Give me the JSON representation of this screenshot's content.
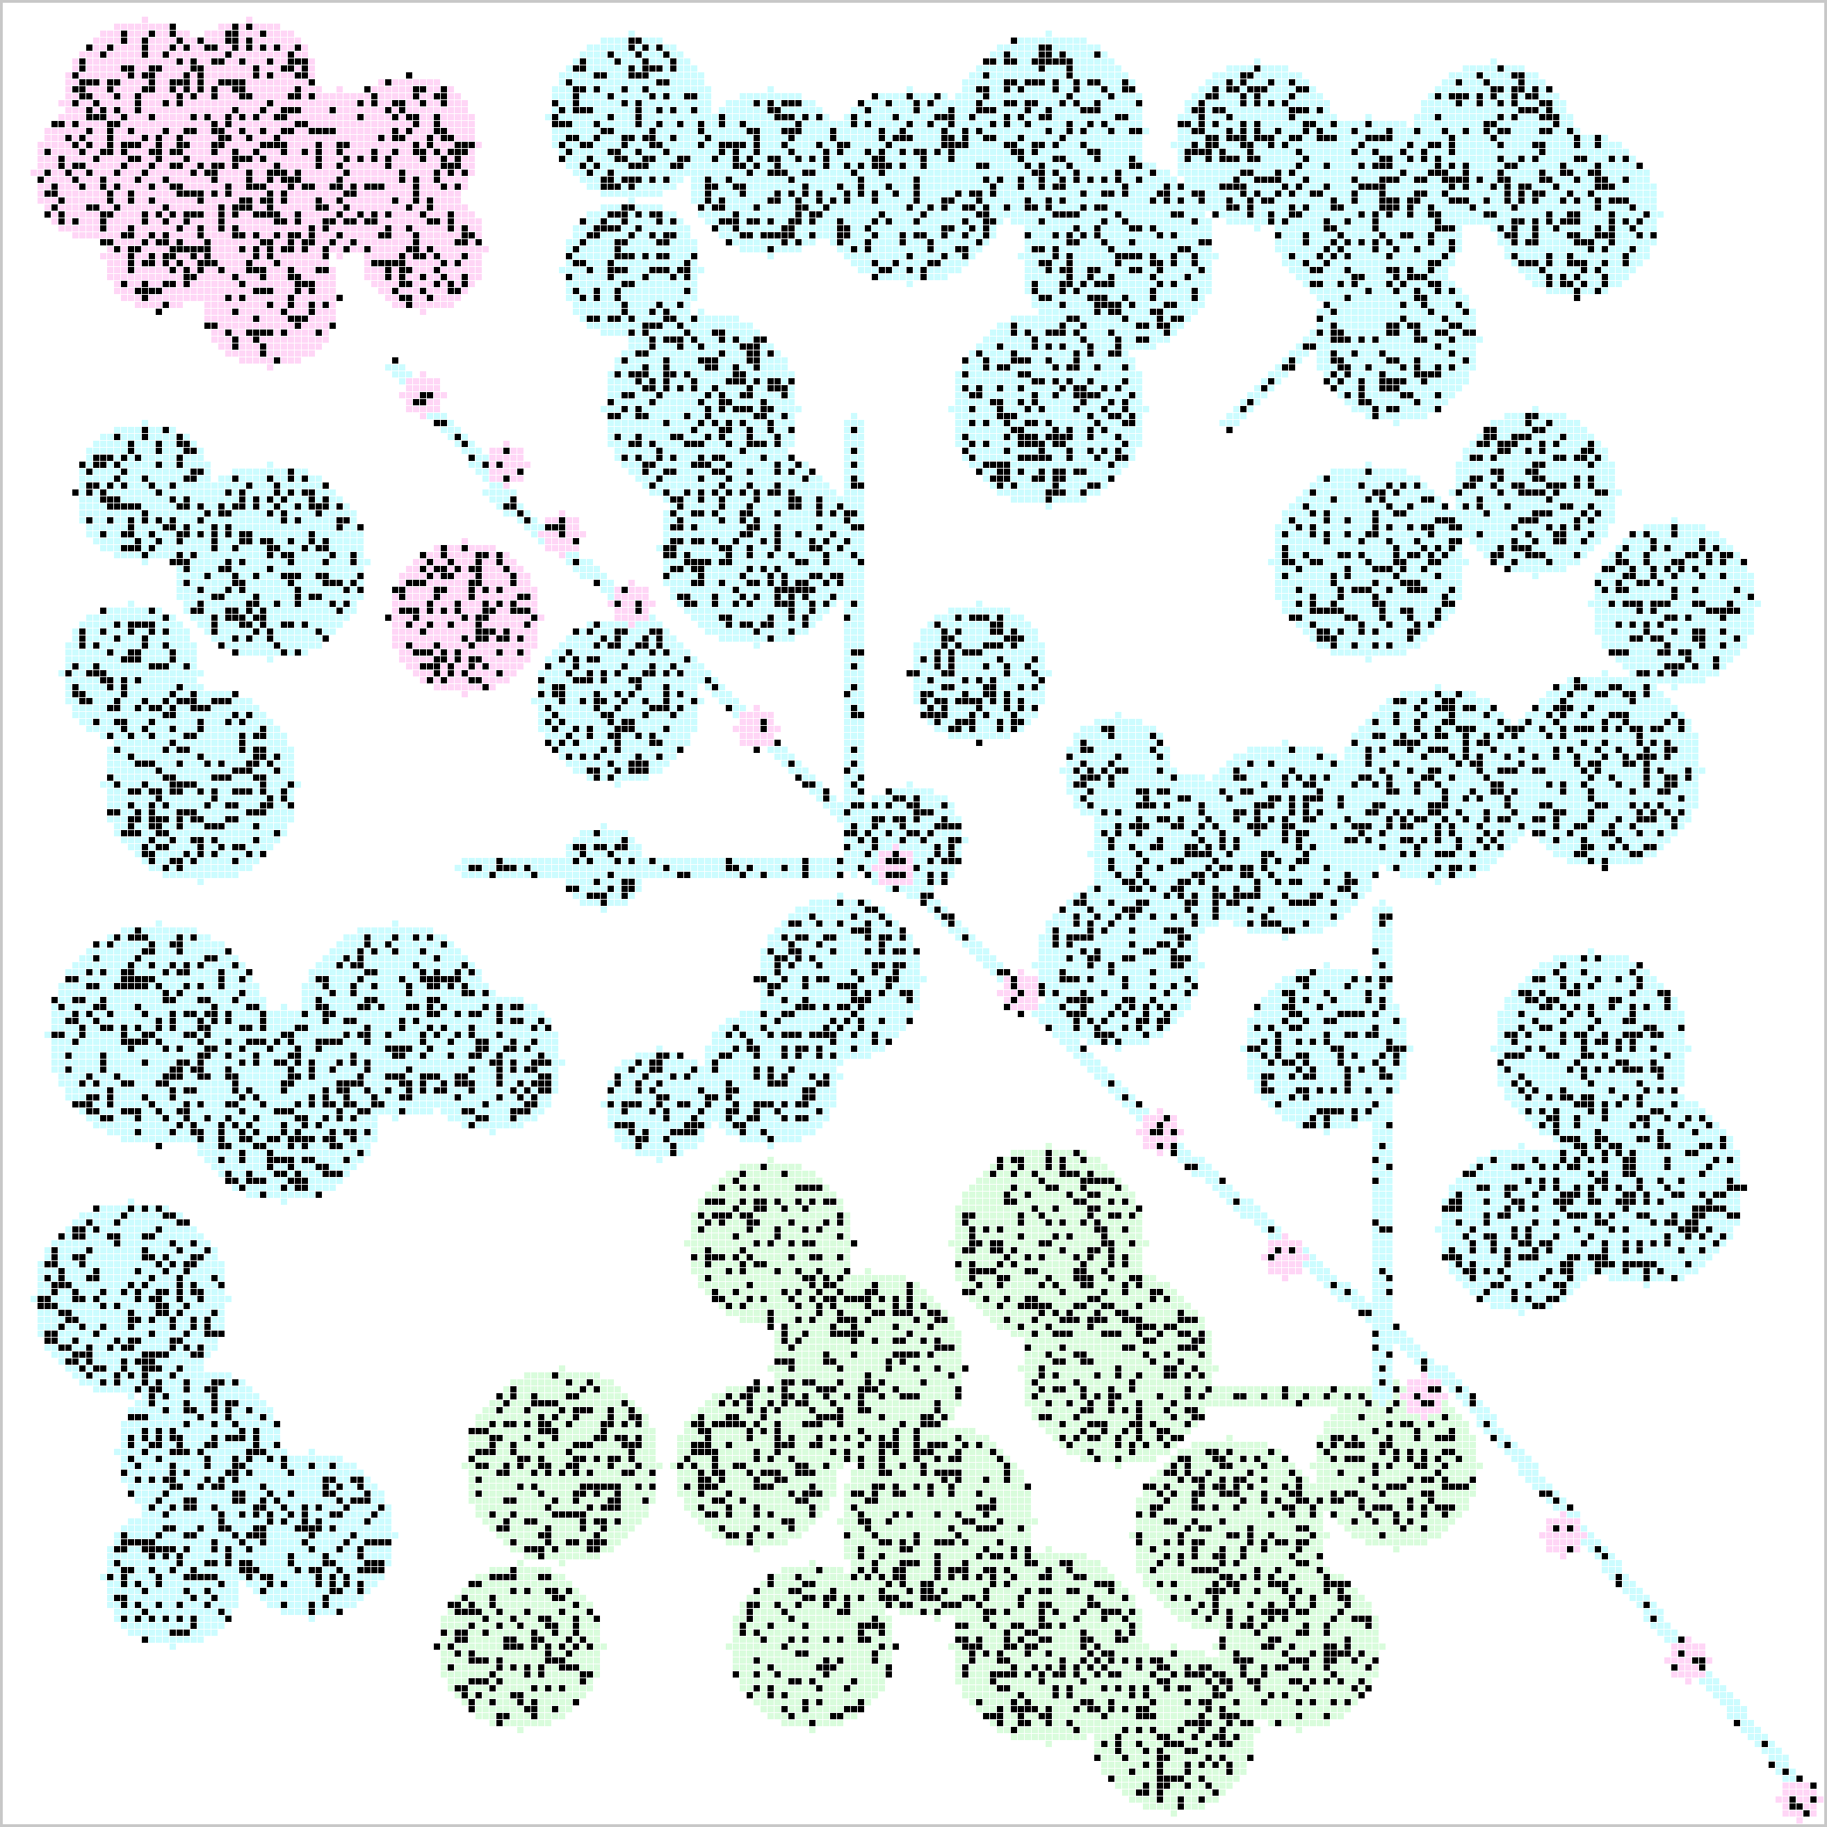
{
  "board": {
    "kind": "cellular-automaton-grid",
    "colors": {
      "background": "#ffffff",
      "border": "#c8c8c8",
      "live_cell": "#000000",
      "region_pink": "#ffd6f6",
      "region_cyan": "#ccfcff",
      "region_green": "#d9fcdc"
    },
    "regions": [
      {
        "name": "pink-top-left",
        "color": "pink"
      },
      {
        "name": "cyan-upper",
        "color": "cyan"
      },
      {
        "name": "cyan-left",
        "color": "cyan"
      },
      {
        "name": "green-right",
        "color": "green"
      },
      {
        "name": "green-lower",
        "color": "green"
      },
      {
        "name": "pink-diagonal-chain",
        "color": "pink"
      }
    ]
  }
}
